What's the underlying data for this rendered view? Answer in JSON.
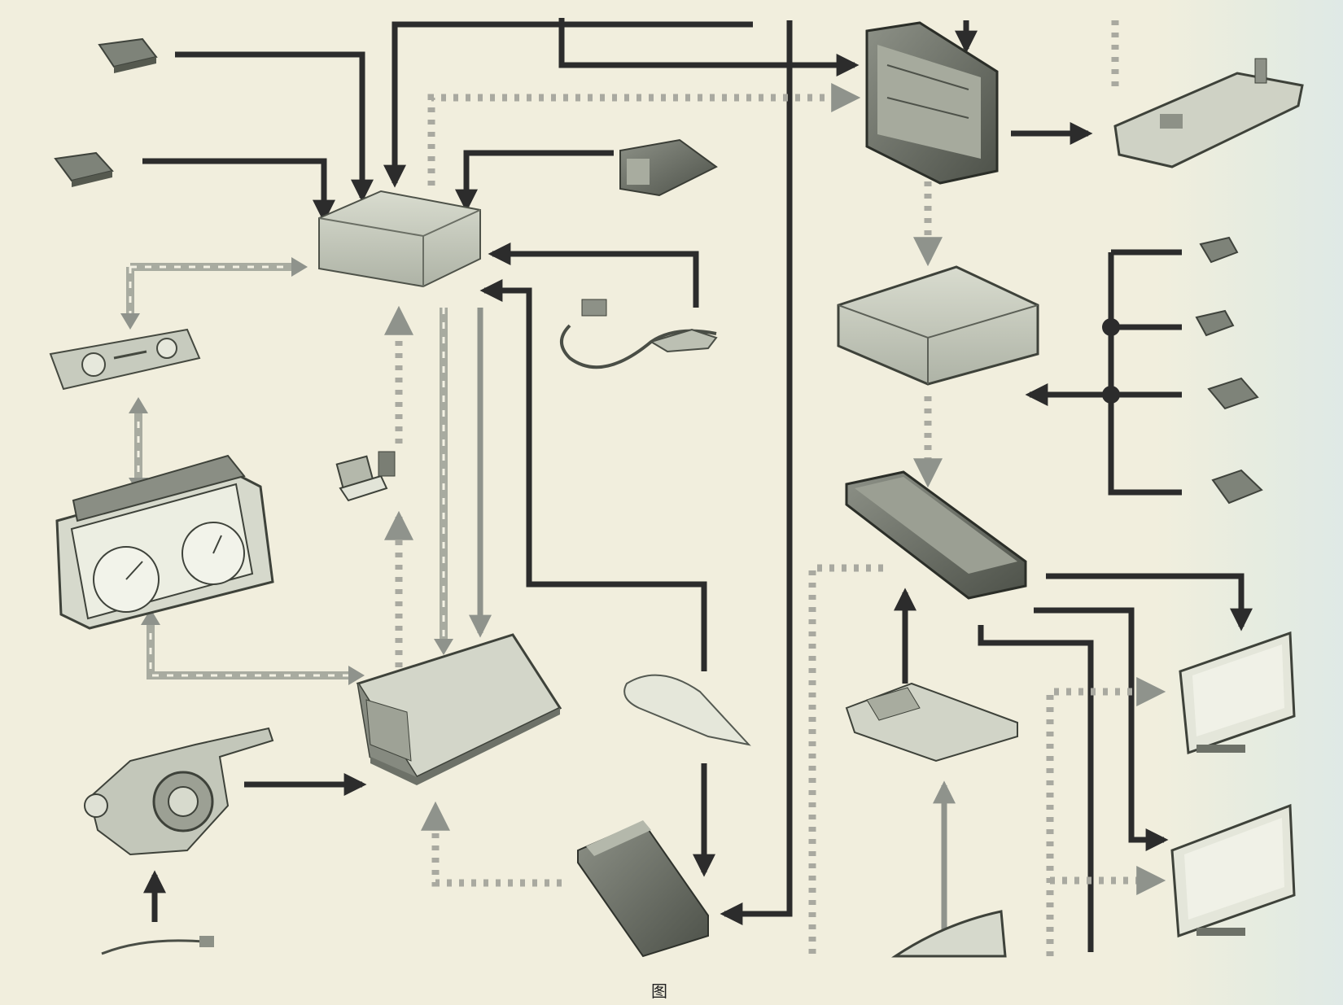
{
  "caption": "图",
  "colors": {
    "background": "#f1eedd",
    "signal_line_solid": "#2c2c2c",
    "signal_line_dotted": "#a9a9a0",
    "signal_line_gray": "#8f938c",
    "component_fill": "#c9cdc0",
    "component_stroke": "#555a52"
  },
  "legend": {
    "solid_arrow_icon": "solid-dark-arrow",
    "dotted_arrow_icon": "dotted-gray-arrow",
    "double_arrow_icon": "bidirectional-dotted-arrow"
  }
}
